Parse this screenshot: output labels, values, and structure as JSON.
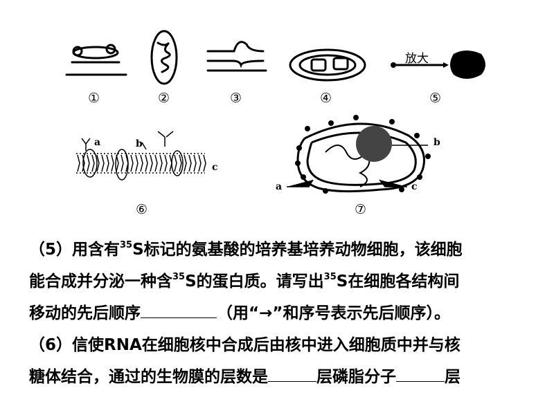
{
  "figure_labels": [
    "①",
    "②",
    "③",
    "④",
    "⑤",
    "⑥",
    "⑦"
  ],
  "magnify_label": "放大",
  "membrane_letters": {
    "a": "a",
    "b": "b",
    "c": "c"
  },
  "nucleus_letters": {
    "a": "a",
    "b": "b",
    "c": "c"
  },
  "question5": {
    "line1_a": "（5）用含有",
    "sup_35": "35",
    "line1_b": "S标记的氨基酸的培养基培养动物细胞，该细胞",
    "line2_a": "能合成并分泌一种含",
    "line2_b": "S的蛋白质。请写出",
    "line2_c": "S在细胞各结构间",
    "line3_a": "移动的先后顺序",
    "line3_b": "（用“→”和序号表示先后顺序）。"
  },
  "question6": {
    "line1": "（6）信使RNA在细胞核中合成后由核中进入细胞质中并与核",
    "line2_a": "糖体结合，通过的生物膜的层数是",
    "line2_b": "层磷脂分子",
    "line2_c": "层"
  }
}
